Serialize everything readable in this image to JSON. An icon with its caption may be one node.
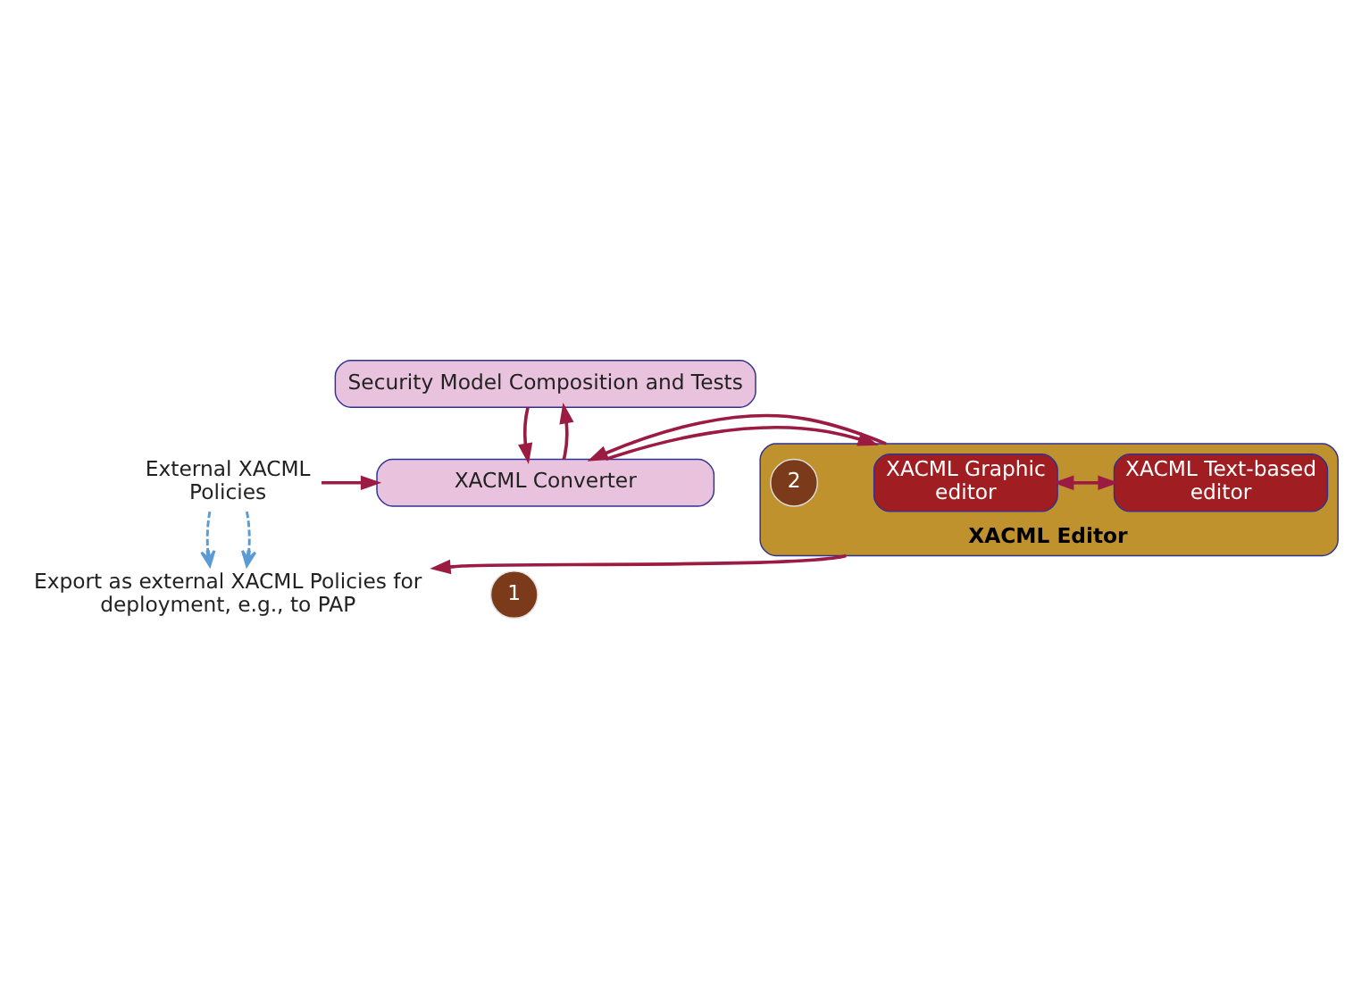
{
  "diagram": {
    "nodes": [
      {
        "text": [
          "Security Model Composition and Tests"
        ]
      },
      {
        "text": [
          "External XACML Policies"
        ]
      },
      {
        "text": [
          "XACML Converter"
        ]
      },
      {
        "text": [
          "XACML Editor"
        ]
      },
      {
        "text": [
          "XACML Graphic editor"
        ],
        "in": 3
      },
      {
        "text": [
          "XACML Text-based editor"
        ],
        "in": 3
      },
      {
        "text": [
          "2"
        ],
        "in": 3
      },
      {
        "text": [
          "1"
        ]
      },
      {
        "text": [
          "Export as external XACML Policies for deployment, e.g., to PAP"
        ]
      }
    ],
    "edges": [
      {
        "from": 0,
        "to": 2,
        "arrow": "to"
      },
      {
        "from": 2,
        "to": 0,
        "arrow": "to"
      },
      {
        "from": 1,
        "to": 2,
        "arrow": "to"
      },
      {
        "from": 2,
        "to": 3,
        "arrow": "to"
      },
      {
        "from": 3,
        "to": 2,
        "arrow": "to"
      },
      {
        "from": 4,
        "to": 5,
        "arrow": "both"
      },
      {
        "from": 3,
        "to": 8,
        "arrow": "to"
      },
      {
        "from": 1,
        "to": 8,
        "arrow": "to",
        "style": "dashed",
        "color": "#5b9bd5"
      },
      {
        "from": 1,
        "to": 8,
        "arrow": "to",
        "style": "dashed",
        "color": "#5b9bd5"
      }
    ]
  }
}
